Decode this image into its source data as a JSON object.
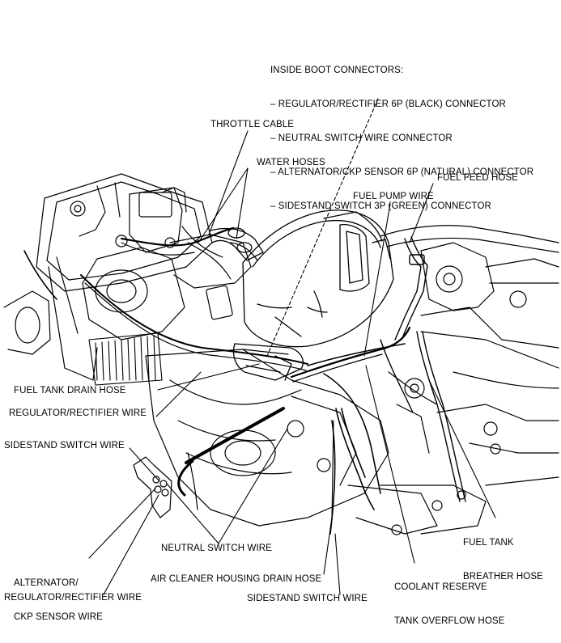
{
  "inside_boot": {
    "heading": "INSIDE BOOT CONNECTORS:",
    "items": [
      "– REGULATOR/RECTIFIER 6P (BLACK) CONNECTOR",
      "– NEUTRAL SWITCH WIRE CONNECTOR",
      "– ALTERNATOR/CKP SENSOR 6P (NATURAL) CONNECTOR",
      "– SIDESTAND SWITCH 3P (GREEN) CONNECTOR"
    ]
  },
  "labels": {
    "throttle_cable": "THROTTLE CABLE",
    "water_hoses": "WATER HOSES",
    "fuel_feed_hose": "FUEL FEED HOSE",
    "fuel_pump_wire": "FUEL PUMP WIRE",
    "fuel_tank_drain_hose": "FUEL TANK DRAIN HOSE",
    "regulator_rectifier_wire_upper": "REGULATOR/RECTIFIER WIRE",
    "sidestand_switch_wire_left": "SIDESTAND SWITCH WIRE",
    "neutral_switch_wire": "NEUTRAL SWITCH WIRE",
    "alternator_ckp_line1": "ALTERNATOR/",
    "alternator_ckp_line2": "CKP SENSOR WIRE",
    "regulator_rectifier_wire_lower": "REGULATOR/RECTIFIER WIRE",
    "air_cleaner_drain_hose": "AIR CLEANER HOUSING DRAIN HOSE",
    "sidestand_switch_wire_bottom": "SIDESTAND SWITCH WIRE",
    "coolant_line1": "COOLANT RESERVE",
    "coolant_line2": "TANK OVERFLOW HOSE",
    "fuel_tank_breather_line1": "FUEL TANK",
    "fuel_tank_breather_line2": "BREATHER HOSE"
  }
}
